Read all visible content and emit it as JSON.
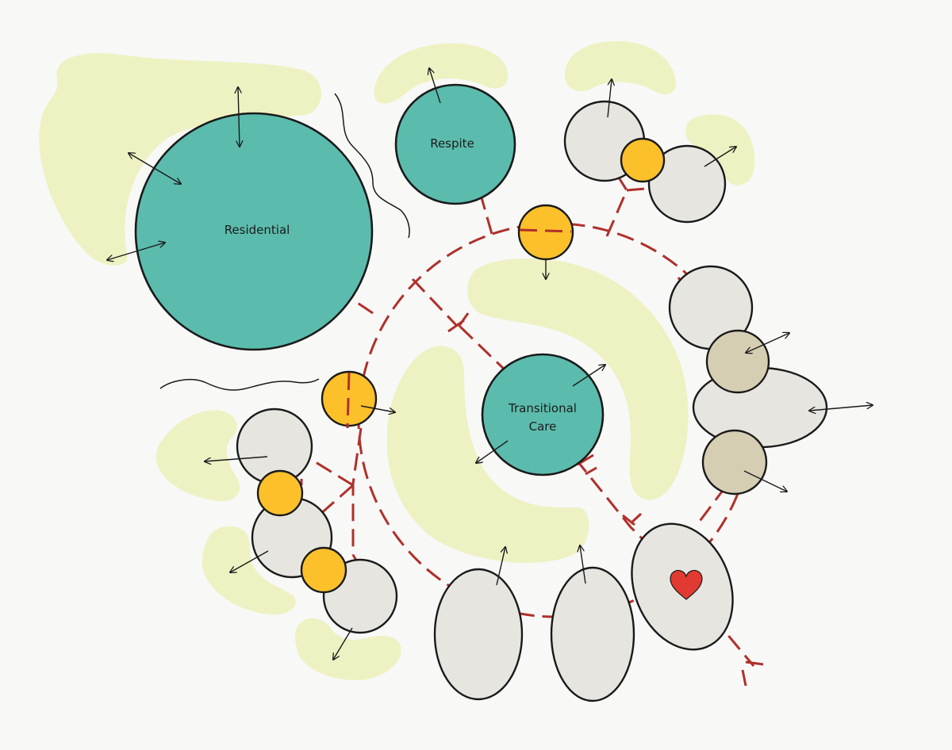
{
  "labels": {
    "residential": "Residential",
    "respite": "Respite",
    "transitional_line1": "Transitional",
    "transitional_line2": "Care"
  },
  "colors": {
    "background": "#f8f8f7",
    "blob": "#eef2c2",
    "teal": "#5bbcad",
    "grey": "#e7e5df",
    "tan": "#d6ceb3",
    "yellow": "#fcc12a",
    "path_red": "#b0302a",
    "heart": "#e03a32",
    "outline": "#1a1a1a"
  },
  "icons": [
    "heart-icon",
    "arrow-icon",
    "path-marker-icon"
  ]
}
